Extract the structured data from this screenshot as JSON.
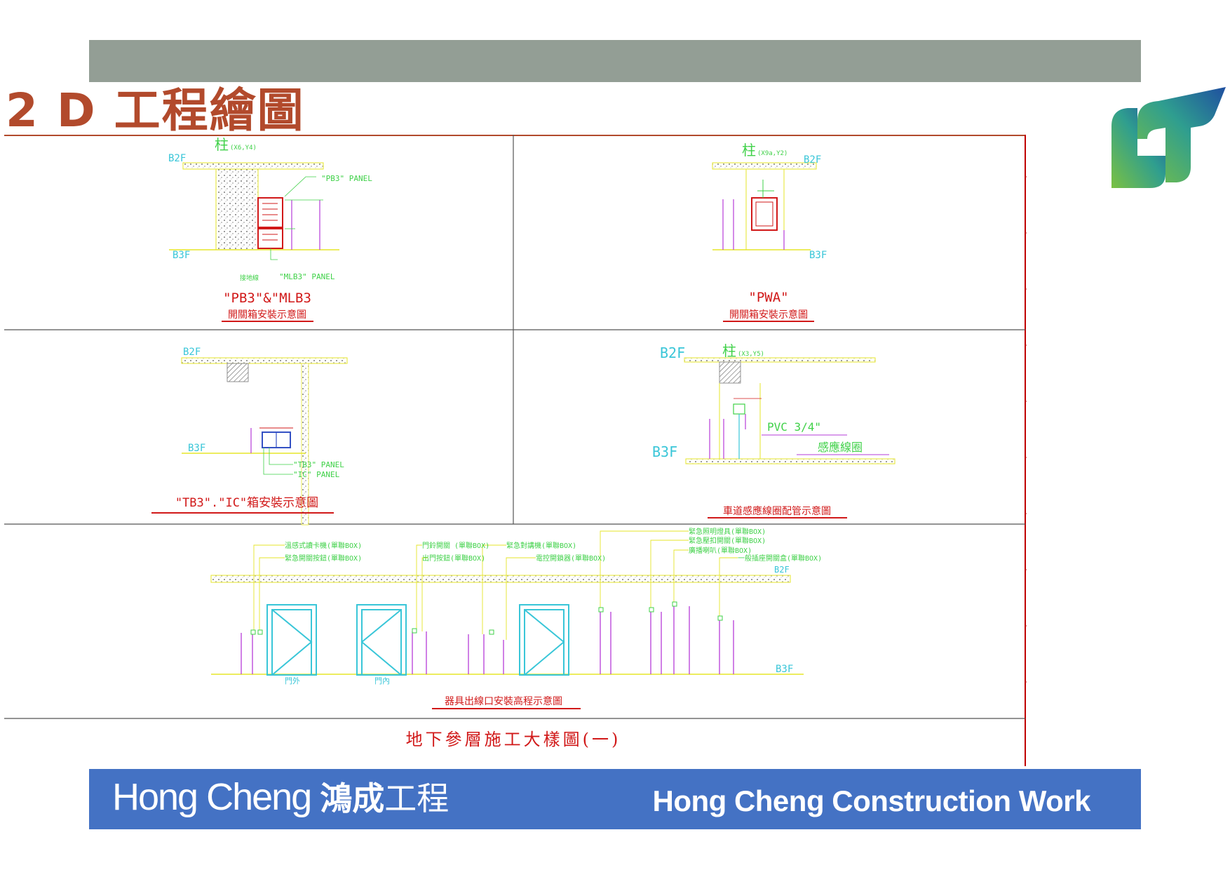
{
  "slide": {
    "title": "2 D 工程繪圖"
  },
  "drawings": {
    "panel_pb3": {
      "column_label": "柱",
      "column_ref": "(X6,Y4)",
      "level_top": "B2F",
      "level_bottom": "B3F",
      "tag_pb3": "\"PB3\" PANEL",
      "tag_mlb3": "\"MLB3\" PANEL",
      "tag_ground": "接地線",
      "caption_main": "\"PB3\"&\"MLB3",
      "caption_sub": "開關箱安裝示意圖"
    },
    "panel_pwa": {
      "column_label": "柱",
      "column_ref": "(X9a,Y2)",
      "level_top": "B2F",
      "level_bottom": "B3F",
      "caption_main": "\"PWA\"",
      "caption_sub": "開關箱安裝示意圖"
    },
    "panel_tb3": {
      "level_top": "B2F",
      "level_bottom": "B3F",
      "tag_tb3": "\"TB3\" PANEL",
      "tag_ic": "\"IC\"  PANEL",
      "caption": "\"TB3\".\"IC\"箱安裝示意圖"
    },
    "panel_pvc": {
      "column_label": "柱",
      "column_ref": "(X3,Y5)",
      "level_top": "B2F",
      "level_bottom": "B3F",
      "tag_pvc": "PVC 3/4\"",
      "tag_sensor": "感應線圈",
      "caption": "車道感應線圈配管示意圖"
    },
    "panel_outlets": {
      "callouts": [
        "溫感式讀卡機(單聯BOX)",
        "緊急開關按鈕(單聯BOX)",
        "門鈴開關  (單聯BOX)",
        "出門按鈕(單聯BOX)",
        "緊急對講機(單聯BOX)",
        "電控開鎖器(單聯BOX)",
        "緊急照明燈具(單聯BOX)",
        "緊急壓扣開關(單聯BOX)",
        "廣播喇叭(單聯BOX)",
        "一般插座開關盒(單聯BOX)"
      ],
      "level_top": "B2F",
      "level_bottom": "B3F",
      "door_outer": "門外",
      "door_inner": "門內",
      "caption": "器具出線口安裝高程示意圖"
    },
    "sheet_title": "地下參層施工大樣圖(一)"
  },
  "footer": {
    "brand_en": "Hong Cheng",
    "brand_zh": "鴻成",
    "brand_zh2": "工程",
    "tagline": "Hong Cheng Construction Work"
  },
  "colors": {
    "topbar": "#939e95",
    "title": "#b24a2c",
    "footer": "#4472c4",
    "cad_red": "#d11919",
    "cad_cyan": "#39c6d8",
    "cad_green": "#3fd148",
    "cad_yellow": "#e5e52a",
    "cad_magenta": "#b63cd8"
  }
}
